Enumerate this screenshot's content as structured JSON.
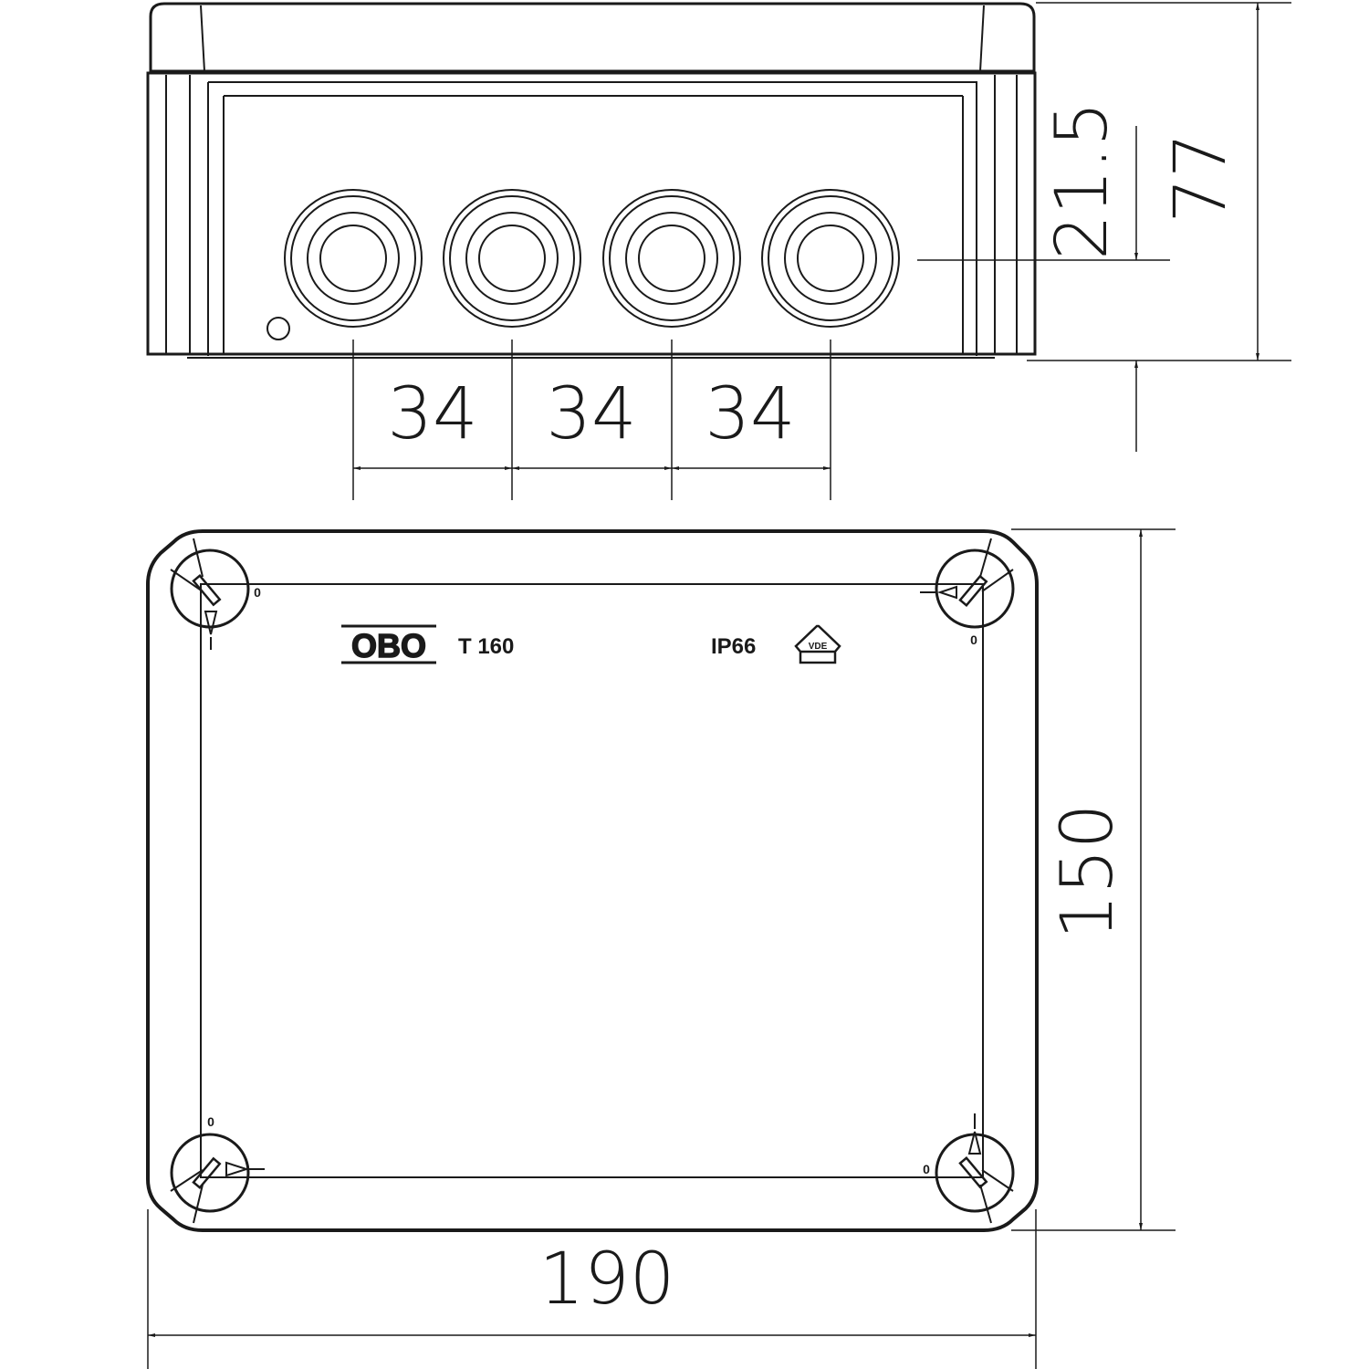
{
  "drawing": {
    "title_marks": {
      "brand": "OBO",
      "model": "T 160",
      "protection": "IP66",
      "cert_logo": "VDE"
    },
    "dimensions": {
      "hole_spacing": [
        "34",
        "34",
        "34"
      ],
      "hole_height": "21.5",
      "total_height": "77",
      "depth": "150",
      "width": "190"
    },
    "corner_mark": "0",
    "colors": {
      "line": "#1a1a1a",
      "background": "#ffffff"
    }
  }
}
